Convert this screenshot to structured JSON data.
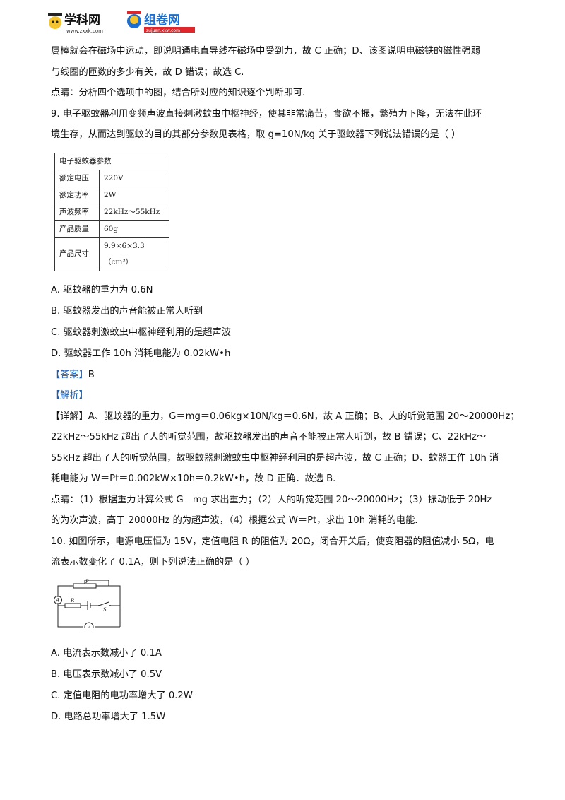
{
  "header": {
    "logo1_text": "学科网",
    "logo1_sub": "www.zxxk.com",
    "logo2_text": "组卷网",
    "logo2_sub": "zujuan.xkw.com"
  },
  "prev": {
    "line1": "属棒就会在磁场中运动，即说明通电直导线在磁场中受到力，故 C 正确；D、该图说明电磁铁的磁性强弱",
    "line2": "与线圈的匝数的多少有关，故 D 错误；故选 C.",
    "point": "点睛：分析四个选项中的图，结合所对应的知识逐个判断即可."
  },
  "q9": {
    "line1": "9. 电子驱蚊器利用变频声波直接刺激蚊虫中枢神经，使其非常痛苦，食欲不振，繁殖力下降，无法在此环",
    "line2": "境生存，从而达到驱蚊的目的其部分参数见表格，取 g=10N/kg 关于驱蚊器下列说法错误的是（    ）",
    "table": {
      "title": "电子驱蚊器参数",
      "rows": [
        {
          "label": "额定电压",
          "value": "220V"
        },
        {
          "label": "额定功率",
          "value": "2W"
        },
        {
          "label": "声波频率",
          "value": "22kHz～55kHz"
        },
        {
          "label": "产品质量",
          "value": "60g"
        },
        {
          "label": "产品尺寸",
          "value": "9.9×6×3.3（cm³）"
        }
      ]
    },
    "options": [
      "A. 驱蚊器的重力为 0.6N",
      "B. 驱蚊器发出的声音能被正常人听到",
      "C. 驱蚊器刺激蚊虫中枢神经利用的是超声波",
      "D. 驱蚊器工作 10h 消耗电能为 0.02kW•h"
    ],
    "answer_tag": "【答案】",
    "answer_value": "B",
    "analysis_tag": "【解析】",
    "detail_tag": "【详解】",
    "detail_lines": [
      "A、驱蚊器的重力，G＝mg＝0.06kg×10N/kg＝0.6N，故 A 正确；B、人的听觉范围 20～20000Hz；",
      "22kHz～55kHz 超出了人的听觉范围，故驱蚊器发出的声音不能被正常人听到，故 B 错误；C、22kHz～",
      "55kHz 超出了人的听觉范围，故驱蚊器刺激蚊虫中枢神经利用的是超声波，故 C 正确；D、蚊器工作 10h 消",
      "耗电能为 W＝Pt＝0.002kW×10h＝0.2kW•h，故 D 正确．故选 B."
    ],
    "point_lines": [
      "点睛：（1）根据重力计算公式 G＝mg 求出重力；（2）人的听觉范围 20～20000Hz；（3）振动低于 20Hz",
      "的为次声波，高于 20000Hz 的为超声波，（4）根据公式 W＝Pt，求出 10h 消耗的电能."
    ]
  },
  "q10": {
    "line1": "10. 如图所示，电源电压恒为 15V，定值电阻 R 的阻值为 20Ω，闭合开关后，使变阻器的阻值减小 5Ω，电",
    "line2": "流表示数变化了 0.1A，则下列说法正确的是（    ）",
    "circuit_labels": {
      "ammeter": "A",
      "voltmeter": "V",
      "resistor": "R",
      "slider": "P",
      "switch": "S"
    },
    "options": [
      "A. 电流表示数减小了 0.1A",
      "B. 电压表示数减小了 0.5V",
      "C. 定值电阻的电功率增大了 0.2W",
      "D. 电路总功率增大了 1.5W"
    ]
  },
  "colors": {
    "accent": "#1a5fb4",
    "logo_blue": "#1c6fd1",
    "logo_red": "#e0262b"
  }
}
